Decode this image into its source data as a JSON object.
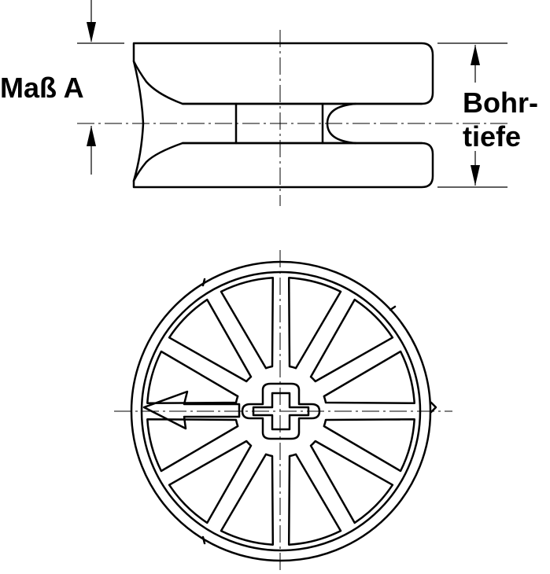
{
  "labels": {
    "dimension_a": "Maß A",
    "drill_depth_line1": "Bohr-",
    "drill_depth_line2": "tiefe"
  }
}
